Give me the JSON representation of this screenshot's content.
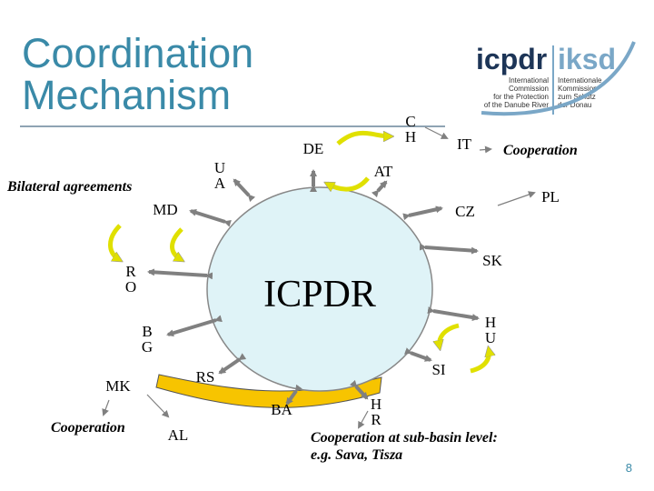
{
  "title": "Coordination\nMechanism",
  "logo": {
    "left_word": "icpdr",
    "right_word": "iksd",
    "left_sub": "International\nCommission\nfor the Protection\nof the Danube River",
    "right_sub": "Internationale\nKommission\nzum Schutz\nder Donau",
    "colors": {
      "dark": "#1d3557",
      "light": "#7aa7c7"
    }
  },
  "center": {
    "label": "ICPDR",
    "fill": "#dff3f7"
  },
  "nodes": {
    "de": "DE",
    "ch": "C\nH",
    "it": "IT",
    "at": "AT",
    "ua": "U\nA",
    "pl": "PL",
    "md": "MD",
    "cz": "CZ",
    "sk": "SK",
    "ro": "R\nO",
    "hu": "H\nU",
    "bg": "B\nG",
    "si": "SI",
    "mk": "MK",
    "rs": "RS",
    "ba": "BA",
    "hr": "H\nR",
    "al": "AL"
  },
  "labels": {
    "cooperation_top": "Cooperation",
    "bilateral": "Bilateral agreements",
    "cooperation_left": "Cooperation",
    "subbasin": "Cooperation at sub-basin level:\ne.g. Sava, Tisza"
  },
  "colors": {
    "arrow": "#808080",
    "curved_arrow": "#e0e000",
    "sava_band": "#f7c400",
    "accent": "#3a8aa8"
  },
  "page_number": "8"
}
